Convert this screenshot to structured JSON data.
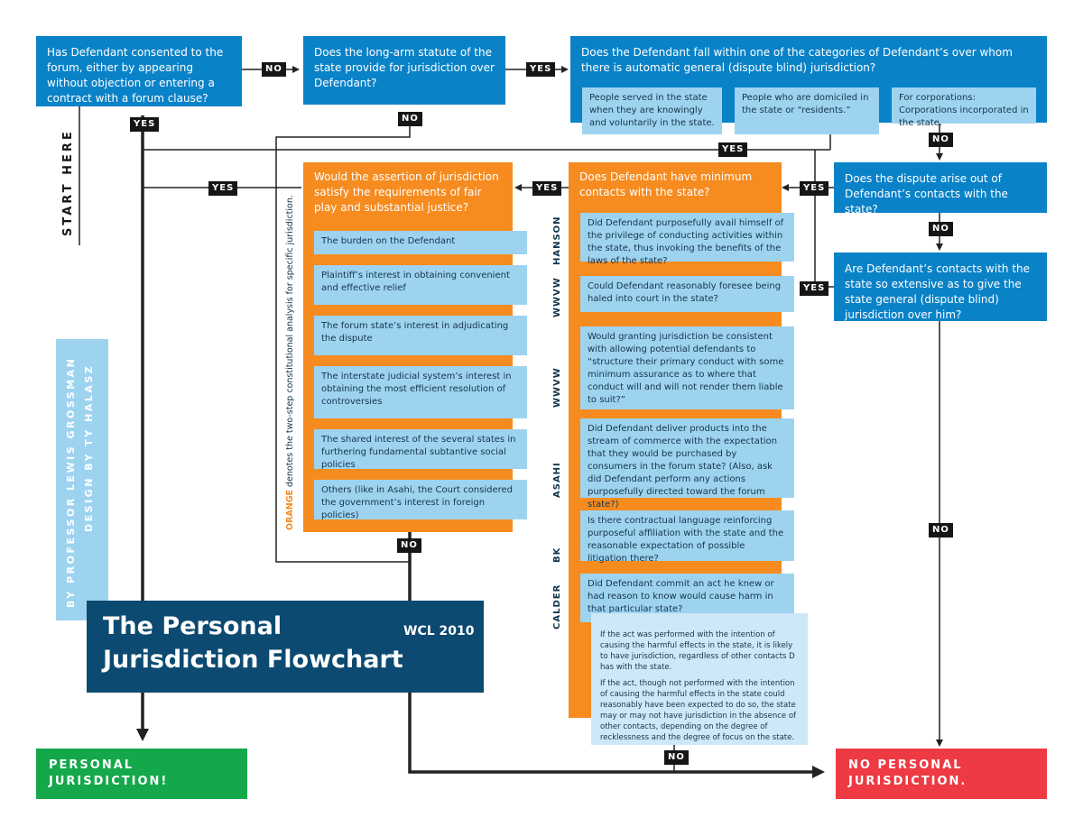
{
  "q_consent": "Has Defendant consented to the forum, either by appearing without objection or entering a contract with a forum clause?",
  "q_longarm": "Does the long-arm statute of the state provide for jurisdiction over Defendant?",
  "q_general": "Does the Defendant fall within one of the categories of Defendant’s over whom there is automatic general (dispute blind) jurisdiction?",
  "general_cats": [
    "People served in the state when they are knowingly and voluntarily in the state.",
    "People who are domiciled in the state or “residents.”",
    "For corporations: Corporations incorporated in the state."
  ],
  "q_arise": "Does the dispute arise out of Defendant’s contacts with the state?",
  "q_extensive": "Are Defendant’s contacts with the state so extensive as to give the state general (dispute blind) jurisdiction over him?",
  "q_mincontacts": "Does Defendant have minimum contacts with the state?",
  "q_fairplay": "Would the assertion of jurisdiction satisfy the requirements of fair play and substantial justice?",
  "fair_factors": [
    "The burden on the Defendant",
    "Plaintiff’s interest in obtaining convenient and effective relief",
    "The forum state’s interest in adjudicating the dispute",
    "The interstate judicial system’s interest in obtaining the most efficient resolution of controversies",
    "The shared interest of the several states in furthering fundamental subtantive social policies",
    "Others (like in Asahi, the Court considered the government’s interest in foreign policies)"
  ],
  "contact_questions": [
    {
      "case": "HANSON",
      "text": "Did Defendant purposefully avail himself of the privilege of conducting activities within the state, thus invoking the benefits of the laws of the state?"
    },
    {
      "case": "WWVW",
      "text": "Could Defendant reasonably foresee being haled into court in the state?"
    },
    {
      "case": "WWVW",
      "text": "Would granting jurisdiction be consistent with allowing potential defendants to “structure their primary conduct with some minimum assurance as to where that conduct will and will not render them liable to suit?”"
    },
    {
      "case": "ASAHI",
      "text": "Did Defendant deliver products into the stream of commerce with the expectation that they would be purchased by consumers in the forum state? (Also, ask did Defendant perform any actions purposefully directed toward the forum state?)"
    },
    {
      "case": "BK",
      "text": "Is there contractual language reinforcing purposeful affiliation with the state and the reasonable expectation of possible litigation there?"
    },
    {
      "case": "CALDER",
      "text": "Did Defendant commit an act he knew or had reason to know would cause harm in that particular state?"
    }
  ],
  "calder_notes": [
    "If the act was performed with the intention of causing the harmful effects in the state, it is likely to have jurisdiction, regardless of other contacts D has with the state.",
    "If the act, though not performed with the intention of causing the harmful effects in the state could reasonably have been expected to do so, the state may or may not have jurisdiction in the absence of other contacts, depending on the degree of recklessness and the degree of focus on the state."
  ],
  "labels": {
    "yes": "YES",
    "no": "NO"
  },
  "start_here": "START HERE",
  "byline_1": "BY PROFESSOR LEWIS GROSSMAN",
  "byline_2": "DESIGN BY TY HALASZ",
  "orange_note_word": "ORANGE",
  "orange_note_rest": " denotes the two-step constitutional analysis for specific jurisdiction.",
  "title_line1": "The Personal",
  "title_line2": "Jurisdiction Flowchart",
  "title_tag": "WCL 2010",
  "outcome_yes": "PERSONAL JURISDICTION!",
  "outcome_no": "NO PERSONAL JURISDICTION.",
  "colors": {
    "blue": "#0a82c7",
    "orange": "#f68b1f",
    "light_blue": "#9ed3f0",
    "navy": "#0c4a71",
    "green": "#14a84b",
    "red": "#ee3a43"
  }
}
